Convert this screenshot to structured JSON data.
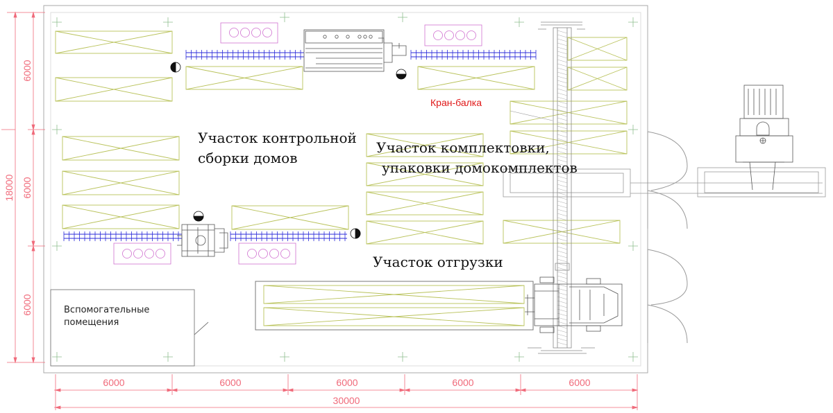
{
  "labels": {
    "assembly_line1": "Участок контрольной",
    "assembly_line2": "сборки домов",
    "kit_line1": "Участок комплектовки,",
    "kit_line2": "упаковки домокомплектов",
    "shipping": "Участок отгрузки",
    "aux_line1": "Вспомогательные",
    "aux_line2": "помещения",
    "crane": "Кран-балка"
  },
  "dimensions": {
    "bays_horizontal": [
      "6000",
      "6000",
      "6000",
      "6000",
      "6000"
    ],
    "total_horizontal": "30000",
    "bays_vertical": [
      "6000",
      "6000",
      "6000"
    ],
    "total_vertical": "18000"
  },
  "colors": {
    "dimension": "#f06a7a",
    "storage": "#b9c25a",
    "conveyor": "#2a2ad8",
    "machine": "#d070d0",
    "crane_label": "#e01818",
    "walls": "#aaaaaa",
    "equipment": "#555555"
  }
}
